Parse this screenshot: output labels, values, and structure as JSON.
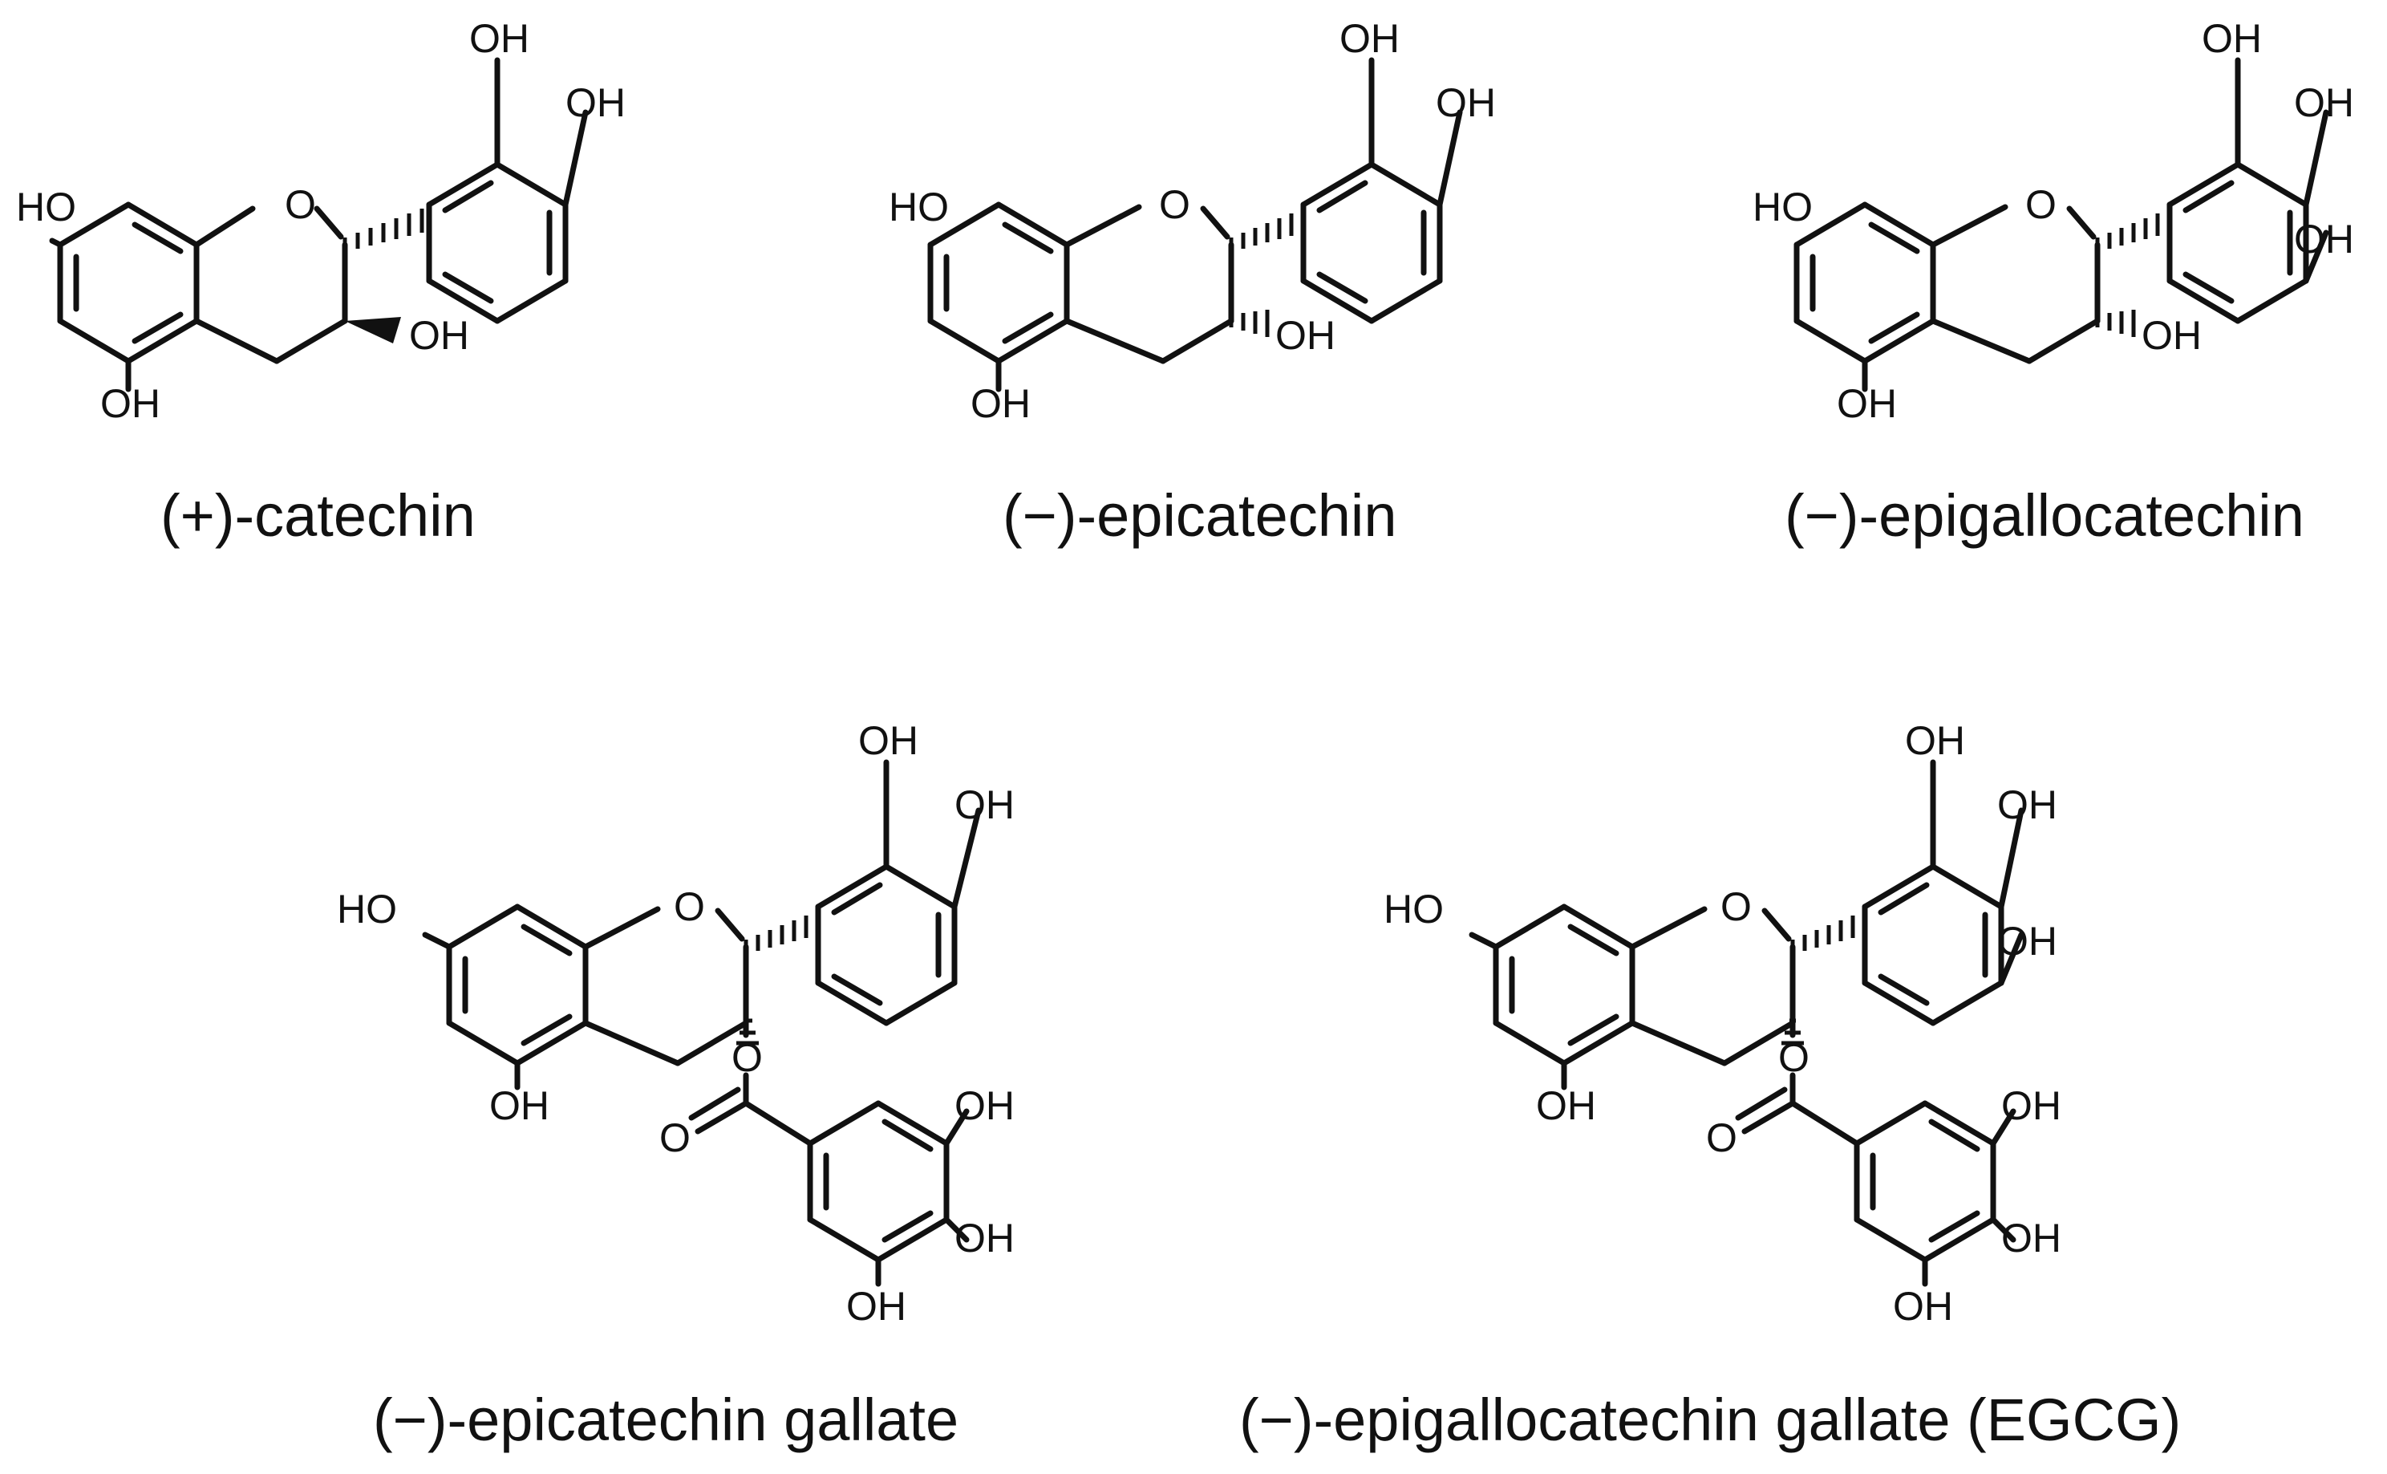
{
  "figure": {
    "molecules": [
      {
        "name": "(+)-catechin",
        "atom_labels": {
          "ho_left": "HO",
          "oh_bottom": "OH",
          "ring_o": "O",
          "oh_c3": "OH",
          "oh_top": "OH",
          "oh_right": "OH"
        }
      },
      {
        "name": "(−)-epicatechin",
        "atom_labels": {
          "ho_left": "HO",
          "oh_bottom": "OH",
          "ring_o": "O",
          "oh_c3": "OH",
          "oh_top": "OH",
          "oh_right": "OH"
        }
      },
      {
        "name": "(−)-epigallocatechin",
        "atom_labels": {
          "ho_left": "HO",
          "oh_bottom": "OH",
          "ring_o": "O",
          "oh_c3": "OH",
          "oh_top": "OH",
          "oh_right": "OH",
          "oh_lower": "OH"
        }
      },
      {
        "name": "(−)-epicatechin gallate",
        "atom_labels": {
          "ho_left": "HO",
          "oh_bottom": "OH",
          "ring_o": "O",
          "ester_o": "O",
          "carbonyl_o": "O",
          "oh_top": "OH",
          "oh_right": "OH",
          "gal_oh_1": "OH",
          "gal_oh_2": "OH",
          "gal_oh_3": "OH"
        }
      },
      {
        "name": "(−)-epigallocatechin gallate (EGCG)",
        "atom_labels": {
          "ho_left": "HO",
          "oh_bottom": "OH",
          "ring_o": "O",
          "ester_o": "O",
          "carbonyl_o": "O",
          "oh_top": "OH",
          "oh_right": "OH",
          "oh_lower": "OH",
          "gal_oh_1": "OH",
          "gal_oh_2": "OH",
          "gal_oh_3": "OH"
        }
      }
    ]
  }
}
